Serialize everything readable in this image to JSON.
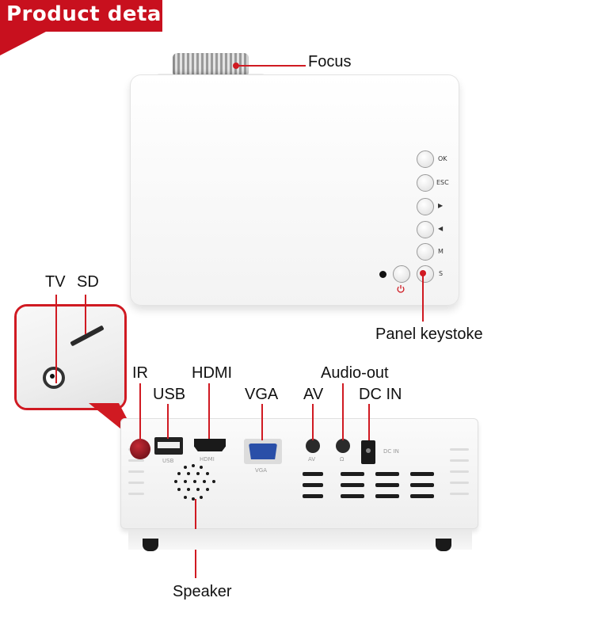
{
  "header": {
    "title": "Product details"
  },
  "callouts": {
    "focus": "Focus",
    "panel_keystone": "Panel keystoke",
    "tv": "TV",
    "sd": "SD",
    "ir": "IR",
    "usb": "USB",
    "hdmi": "HDMI",
    "vga": "VGA",
    "av": "AV",
    "audio_out": "Audio-out",
    "dc_in": "DC IN",
    "speaker": "Speaker"
  },
  "panel_buttons": [
    {
      "label": "OK"
    },
    {
      "label": "ESC"
    },
    {
      "label": "▶"
    },
    {
      "label": "◀"
    },
    {
      "label": "M"
    },
    {
      "label": "S"
    }
  ],
  "power_icon": "power-icon",
  "port_tags": {
    "usb": "USB",
    "hdmi": "HDMI",
    "vga": "VGA",
    "av": "AV",
    "audio": "Ω",
    "dc": "DC IN"
  },
  "colors": {
    "accent": "#d01a22",
    "banner": "#c8101e",
    "vga": "#2a4fa8"
  }
}
